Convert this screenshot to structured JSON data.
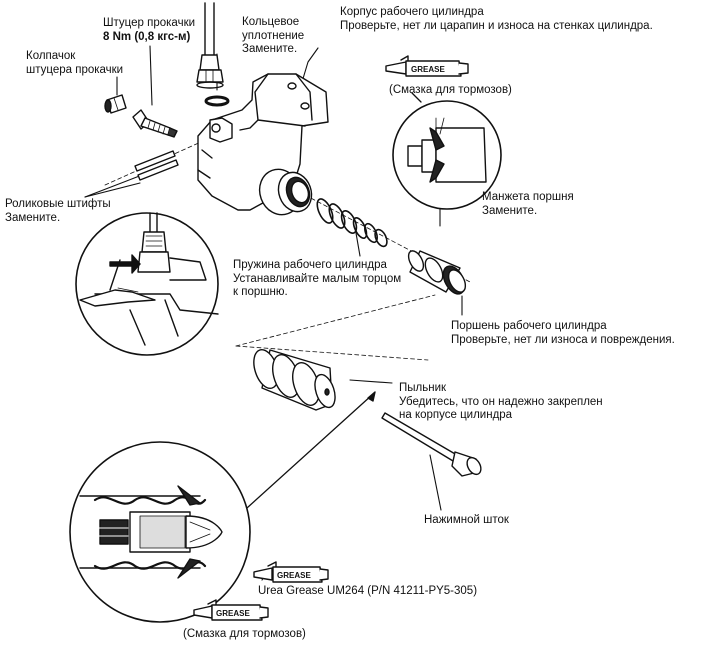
{
  "labels": {
    "cap": [
      "Колпачок",
      "штуцера прокачки"
    ],
    "bleeder": {
      "title": "Штуцер прокачки",
      "torque": "8 Nm (0,8 кгс-м)"
    },
    "oring": [
      "Кольцевое",
      "уплотнение",
      "Замените."
    ],
    "body": [
      "Корпус рабочего цилиндра",
      "Проверьте, нет ли царапин и износа на стенках цилиндра."
    ],
    "grease_top": "(Смазка для тормозов)",
    "seal": [
      "Манжета поршня",
      "Замените."
    ],
    "pins": [
      "Роликовые штифты",
      "Замените."
    ],
    "spring": [
      "Пружина рабочего цилиндра",
      "Устанавливайте малым торцом",
      "к поршню."
    ],
    "piston": [
      "Поршень рабочего цилиндра",
      "Проверьте, нет ли износа и повреждения."
    ],
    "boot": [
      "Пыльник",
      "Убедитесь, что он надежно закреплен",
      "на корпусе цилиндра"
    ],
    "pushrod": "Нажимной шток",
    "urea": "Urea Grease UM264 (P/N 41211-PY5-305)",
    "grease_bottom": "(Смазка для тормозов)"
  },
  "tube_text": {
    "grease": "GREASE"
  }
}
